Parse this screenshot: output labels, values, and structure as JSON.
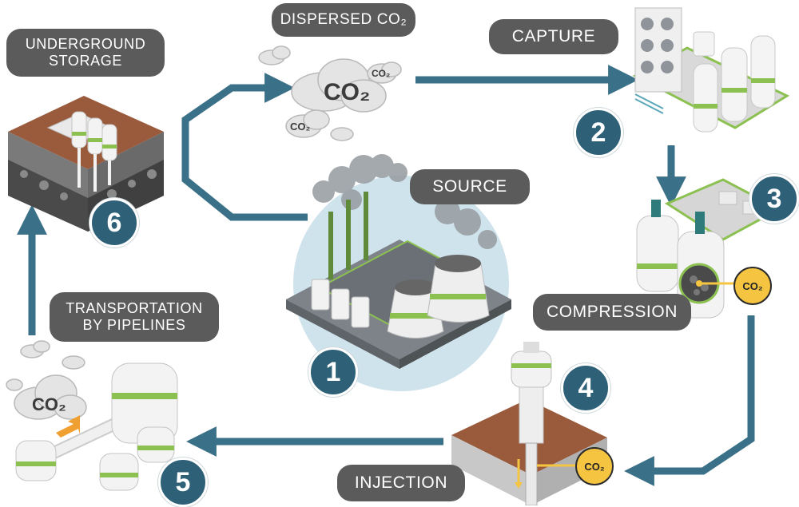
{
  "labels": {
    "underground_storage": "UNDERGROUND\nSTORAGE",
    "dispersed_co2": "DISPERSED CO₂",
    "capture": "CAPTURE",
    "source": "SOURCE",
    "compression": "COMPRESSION",
    "transportation": "TRANSPORTATION\nBY PIPELINES",
    "injection": "INJECTION"
  },
  "steps": [
    "1",
    "2",
    "3",
    "4",
    "5",
    "6"
  ],
  "co2_text": "CO₂",
  "colors": {
    "arrow": "#3a7088",
    "label_bg": "#5b5b5b",
    "step_bg": "#2e6178",
    "badge": "#f5c542",
    "soil": "#9a5a3c",
    "accent_green": "#8cc152",
    "halo": "#cfe3ec"
  }
}
